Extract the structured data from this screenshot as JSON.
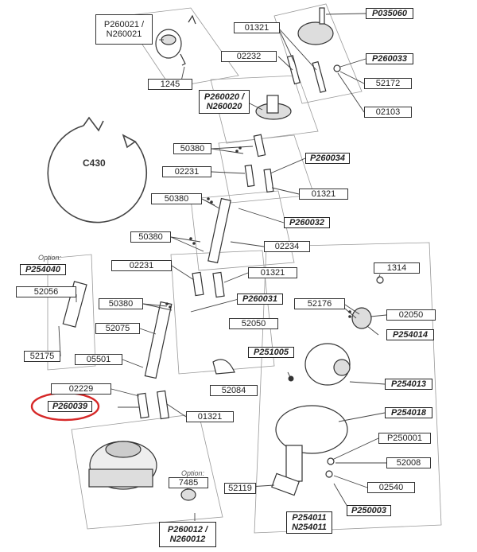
{
  "labels": {
    "p260021": [
      "P260021 /",
      "N260021"
    ],
    "l1245": "1245",
    "l01321a": "01321",
    "p035060": "P035060",
    "l02232": "02232",
    "p260033": "P260033",
    "l52172": "52172",
    "p260020": [
      "P260020 /",
      "N260020"
    ],
    "l02103": "02103",
    "c430": "C430",
    "l50380a": "50380",
    "p260034": "P260034",
    "l02231a": "02231",
    "l01321b": "01321",
    "l50380b": "50380",
    "p260032": "P260032",
    "l50380c": "50380",
    "l02234": "02234",
    "option1": "Option:",
    "p254040": "P254040",
    "l02231b": "02231",
    "l01321c": "01321",
    "l1314": "1314",
    "l52056": "52056",
    "l50380d": "50380",
    "p260031": "P260031",
    "l52176": "52176",
    "l02050": "02050",
    "l52075": "52075",
    "l52050": "52050",
    "p254014": "P254014",
    "p251005": "P251005",
    "l52175": "52175",
    "l05501": "05501",
    "l52084": "52084",
    "p254013": "P254013",
    "l02229": "02229",
    "p260039": "P260039",
    "l01321d": "01321",
    "p254018": "P254018",
    "p250001": "P250001",
    "l52008": "52008",
    "option2": "Option:",
    "l7485": "7485",
    "l52119": "52119",
    "l02540": "02540",
    "p250003": "P250003",
    "p254011": [
      "P254011",
      "N254011"
    ],
    "p260012": [
      "P260012 /",
      "N260012"
    ]
  },
  "colors": {
    "highlight": "#d62828",
    "line": "#333333"
  }
}
